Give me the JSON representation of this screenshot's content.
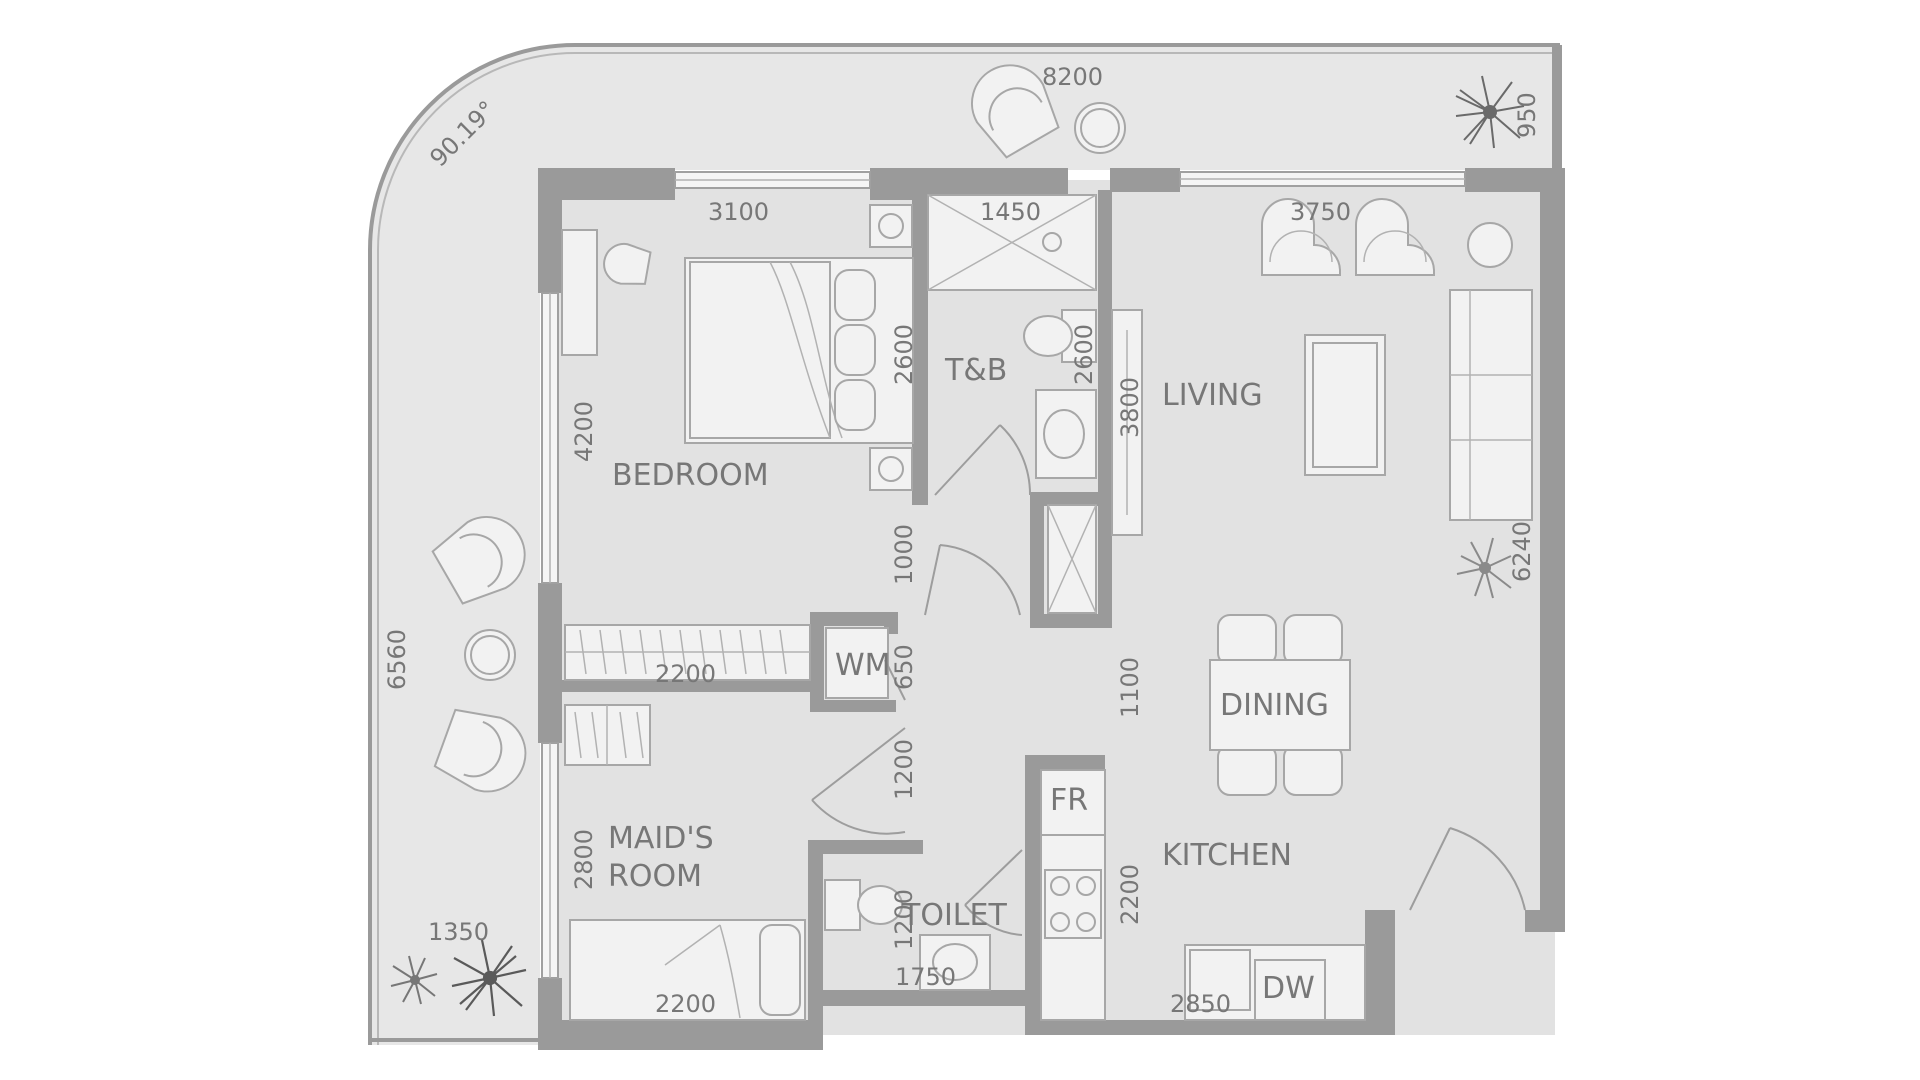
{
  "rooms": {
    "bedroom": "BEDROOM",
    "tb": "T&B",
    "living": "LIVING",
    "wm": "WM",
    "dining": "DINING",
    "fr": "FR",
    "kitchen": "KITCHEN",
    "maids_line1": "MAID'S",
    "maids_line2": "ROOM",
    "toilet": "TOILET",
    "dw": "DW"
  },
  "dimensions": {
    "balcony_top": "8200",
    "balcony_depth": "950",
    "balcony_angle": "90.19°",
    "balcony_side": "6560",
    "balcony_bottom": "1350",
    "bedroom_width": "3100",
    "bedroom_depth": "4200",
    "bedroom_side": "2600",
    "tb_width": "1450",
    "tb_depth": "2600",
    "living_width": "3750",
    "living_depth": "3800",
    "living_side": "6240",
    "corridor_door": "1000",
    "wardrobe": "2200",
    "wm_depth": "650",
    "corridor": "1100",
    "corridor_lower": "1200",
    "maids_depth": "2800",
    "maids_width": "2200",
    "toilet_depth": "1200",
    "toilet_width": "1750",
    "kitchen_depth": "2200",
    "kitchen_width": "2850"
  },
  "colors": {
    "wall": "#9a9a9a",
    "floor": "#e2e2e2",
    "text": "#777777"
  }
}
